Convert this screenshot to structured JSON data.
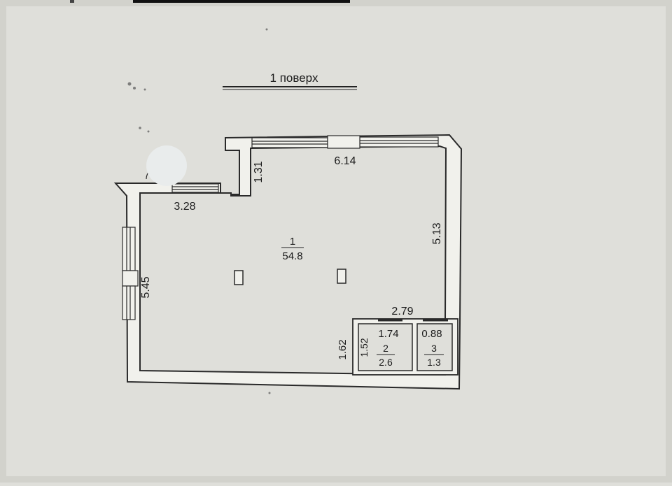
{
  "heading": "1 поверх",
  "rooms": [
    {
      "number": "1",
      "area": "54.8"
    },
    {
      "number": "2",
      "area": "2.6"
    },
    {
      "number": "3",
      "area": "1.3"
    }
  ],
  "dimensions": {
    "top_wall": "6.14",
    "step_wall": "1.31",
    "entry_wall": "3.28",
    "right_wall": "5.13",
    "left_wall": "5.45",
    "inner_wall": "2.79",
    "partition_height": "1.62",
    "room2_width": "1.74",
    "room2_height": "1.52",
    "room3_width": "0.88"
  },
  "colors": {
    "paper": "#dfdfda",
    "wall_fill": "#f1f1ec",
    "line": "#2a2a2a",
    "redaction": "#e9ecec"
  }
}
